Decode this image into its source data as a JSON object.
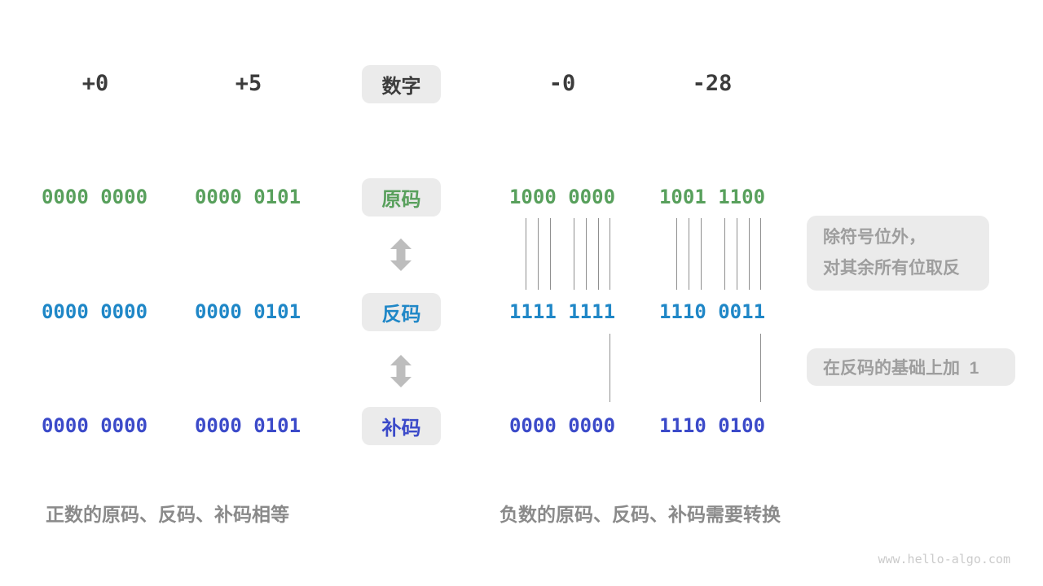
{
  "header": {
    "label": "数字",
    "values": [
      "+0",
      "+5",
      "-0",
      "-28"
    ]
  },
  "rows": [
    {
      "label": "原码",
      "color": "#58a05c",
      "values": [
        "0000 0000",
        "0000 0101",
        "1000 0000",
        "1001 1100"
      ]
    },
    {
      "label": "反码",
      "color": "#1f87c7",
      "values": [
        "0000 0000",
        "0000 0101",
        "1111 1111",
        "1110 0011"
      ]
    },
    {
      "label": "补码",
      "color": "#3b4ac9",
      "values": [
        "0000 0000",
        "0000 0101",
        "0000 0000",
        "1110 0100"
      ]
    }
  ],
  "notes": [
    {
      "line1": "除符号位外，",
      "line2": "对其余所有位取反"
    },
    {
      "line1": "在反码的基础上加  1"
    }
  ],
  "captions": {
    "left": "正数的原码、反码、补码相等",
    "right": "负数的原码、反码、补码需要转换"
  },
  "watermark": "www.hello-algo.com",
  "colors": {
    "header_text": "#3c3c3c",
    "label_box_bg": "#ebebeb",
    "sign_magnitude_green": "#58a05c",
    "ones_complement_blue": "#1f87c7",
    "twos_complement_indigo": "#3b4ac9",
    "note_text": "#9e9e9e",
    "caption_text": "#8a8a8a",
    "arrow_gray": "#bdbdbd",
    "tick_line": "#8f8f8f"
  }
}
